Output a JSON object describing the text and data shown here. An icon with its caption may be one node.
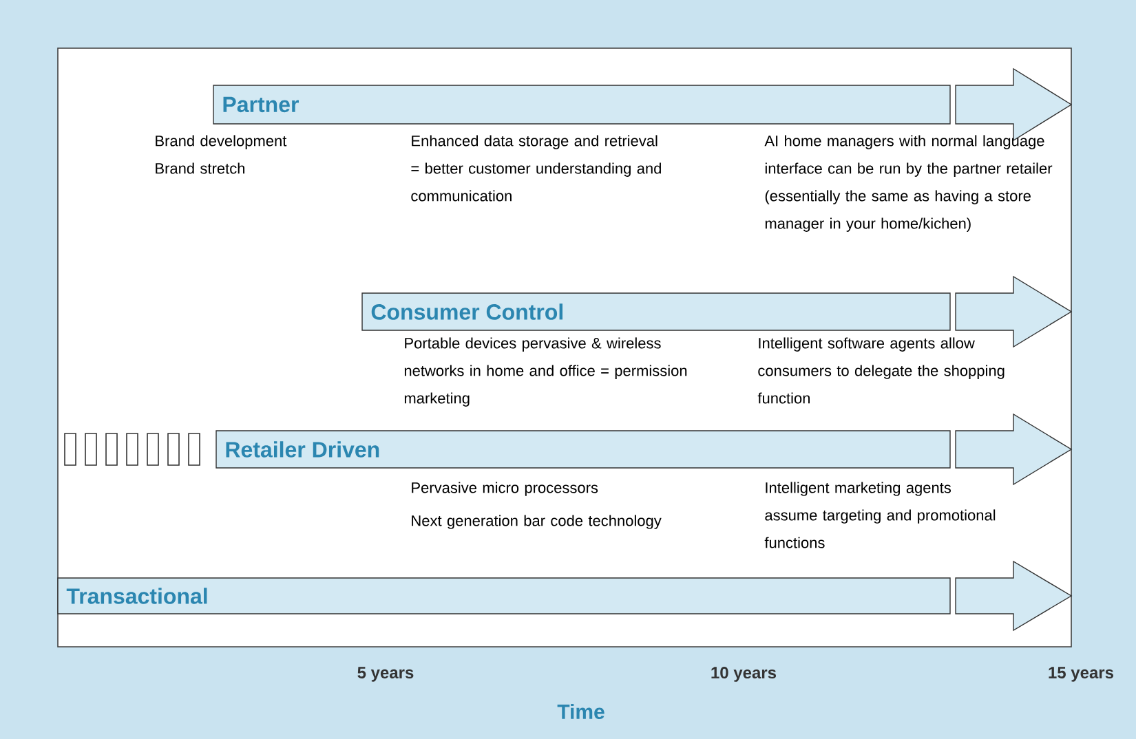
{
  "diagram": {
    "nodes": [
      {
        "text": [
          "Partner"
        ]
      },
      {
        "text": [
          "Consumer Control"
        ]
      },
      {
        "text": [
          "Retailer Driven"
        ]
      },
      {
        "text": [
          "Transactional"
        ]
      }
    ],
    "labels": [
      "Brand development",
      "Brand stretch",
      "Enhanced data storage and retrieval = better customer understanding and communication",
      "AI home managers with normal language interface can be run by the partner retailer (essentially the same as having a store manager in your home/kichen)",
      "Portable devices pervasive & wireless networks in home and office = permission marketing",
      "Intelligent software agents allow consumers to delegate the shopping function",
      "Pervasive micro processors",
      "Next generation bar code technology",
      "Intelligent marketing agents assume targeting and promotional functions",
      "5 years",
      "10 years",
      "15 years",
      "Time"
    ]
  }
}
